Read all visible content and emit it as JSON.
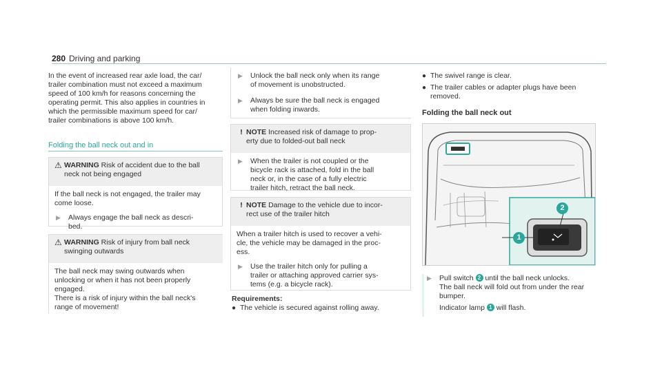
{
  "header": {
    "page_number": "280",
    "section": "Driving and parking"
  },
  "col1": {
    "intro_lines": [
      "In the event of increased rear axle load, the car/",
      "trailer combination must not exceed a maximum",
      "speed of 100 km/h for reasons concerning the",
      "operating permit. This also applies in countries in",
      "which the permissible maximum speed for car/",
      "trailer combinations is above 100 km/h."
    ],
    "section_title": "Folding the ball neck out and in",
    "warning1": {
      "label": "WARNING",
      "title_lines": [
        "Risk of accident due to the ball",
        "neck not being engaged"
      ],
      "body_lines": [
        "If the ball neck is not engaged, the trailer may",
        "come loose."
      ],
      "step_lines": [
        "Always engage the ball neck as descri-",
        "bed."
      ]
    },
    "warning2": {
      "label": "WARNING",
      "title_lines": [
        "Risk of injury from ball neck",
        "swinging outwards"
      ],
      "body_lines": [
        "The ball neck may swing outwards when",
        "unlocking or when it has not been properly",
        "engaged.",
        "There is a risk of injury within the ball neck's",
        "range of movement!"
      ]
    }
  },
  "col2": {
    "step1_lines": [
      "Unlock the ball neck only when its range",
      "of movement is unobstructed."
    ],
    "step2_lines": [
      "Always be sure the ball neck is engaged",
      "when folding inwards."
    ],
    "note1": {
      "label": "NOTE",
      "title_lines": [
        "Increased risk of damage to prop-",
        "erty due to folded-out ball neck"
      ],
      "step_lines": [
        "When the trailer is not coupled or the",
        "bicycle rack is attached, fold in the ball",
        "neck or, in the case of a fully electric",
        "trailer hitch, retract the ball neck."
      ]
    },
    "note2": {
      "label": "NOTE",
      "title_lines": [
        "Damage to the vehicle due to incor-",
        "rect use of the trailer hitch"
      ],
      "body_lines": [
        "When a trailer hitch is used to recover a vehi-",
        "cle, the vehicle may be damaged in the proc-",
        "ess."
      ],
      "step_lines": [
        "Use the trailer hitch only for pulling a",
        "trailer or attaching approved carrier sys-",
        "tems (e.g. a bicycle rack)."
      ]
    },
    "requirements_label": "Requirements:",
    "requirement1": "The vehicle is secured against rolling away."
  },
  "col3": {
    "requirement2": "The swivel range is clear.",
    "requirement3_lines": [
      "The trailer cables or adapter plugs have been",
      "removed."
    ],
    "heading": "Folding the ball neck out",
    "figure": {
      "callout1": "1",
      "callout2": "2"
    },
    "step": {
      "pre": "Pull switch",
      "switch_num": "2",
      "post": "until the ball neck unlocks.",
      "lines": [
        "The ball neck will fold out from under the rear",
        "bumper."
      ],
      "ind_pre": "Indicator lamp",
      "lamp_num": "1",
      "ind_post": "will flash."
    }
  },
  "colors": {
    "accent": "#2aa79b",
    "box_header": "#eeeeee",
    "text": "#333333"
  }
}
